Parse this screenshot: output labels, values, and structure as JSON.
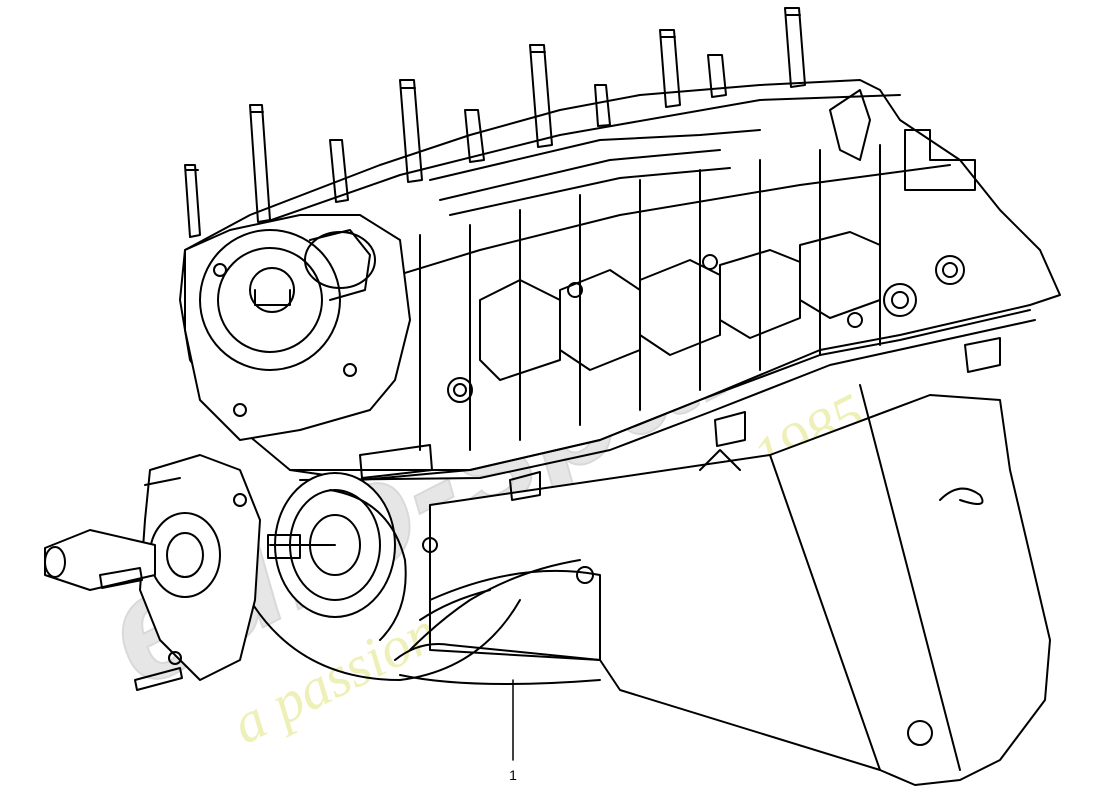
{
  "diagram": {
    "callouts": [
      {
        "id": "1",
        "label": "1"
      }
    ]
  },
  "watermark": {
    "logo_text": "euro-spares",
    "tagline": "a passion for parts since 1985"
  },
  "colors": {
    "line": "#000000",
    "background": "#ffffff",
    "watermark_logo": "#e6e6e6",
    "watermark_tagline": "#eef0b8"
  }
}
